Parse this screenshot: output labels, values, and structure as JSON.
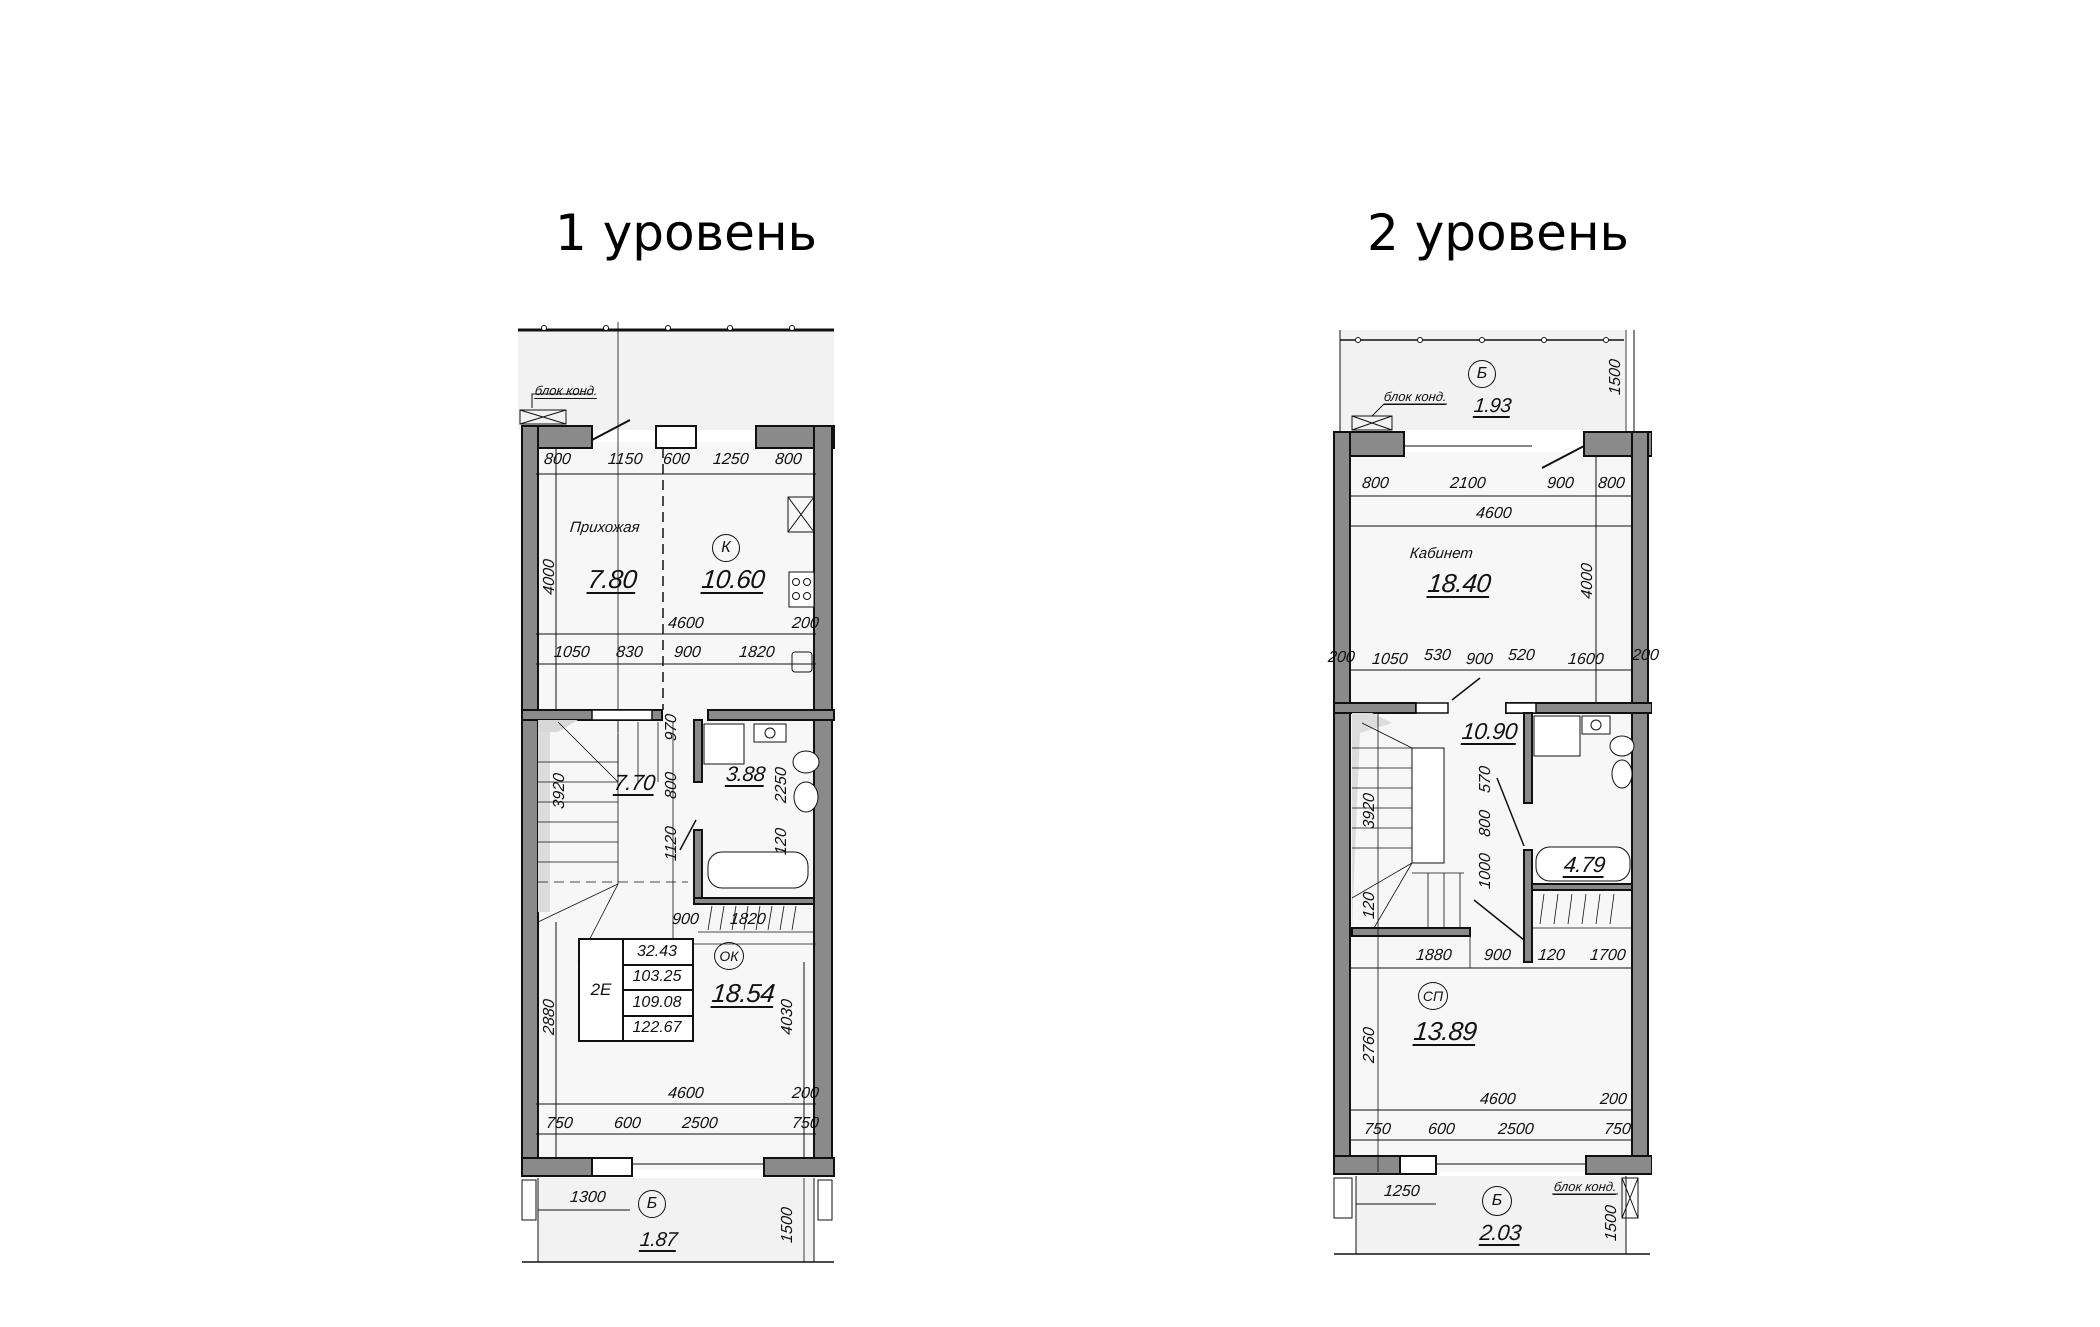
{
  "levels": [
    {
      "title": "1 уровень",
      "rooms": {
        "hall": {
          "name": "Прихожая",
          "area": "7.80"
        },
        "kitchen": {
          "tag": "К",
          "area": "10.60"
        },
        "stair": {
          "area": "7.70"
        },
        "bathroom": {
          "area": "3.88"
        },
        "living": {
          "tag": "ОК",
          "area": "18.54"
        },
        "balcony": {
          "tag": "Б",
          "area": "1.87"
        }
      },
      "notes": {
        "ac_unit": "блок конд."
      },
      "spec_table": {
        "code": "2E",
        "values": [
          "32.43",
          "103.25",
          "109.08",
          "122.67"
        ]
      },
      "dims": {
        "top_row": [
          "800",
          "1150",
          "600",
          "1250",
          "800"
        ],
        "upper_height": "4000",
        "upper_width": "4600",
        "upper_wall": "200",
        "mid_row": [
          "1050",
          "830",
          "900",
          "1820"
        ],
        "corridor_v": [
          "970",
          "800",
          "1120"
        ],
        "bath_height": "2250",
        "bath_wall": "120",
        "stair_height": "3920",
        "corridor_row": [
          "900",
          "1820"
        ],
        "living_left": "2880",
        "living_right": "4030",
        "lower_width": "4600",
        "lower_wall": "200",
        "bottom_row": [
          "750",
          "600",
          "2500",
          "750"
        ],
        "balcony_width": "1300",
        "balcony_depth": "1500"
      }
    },
    {
      "title": "2 уровень",
      "rooms": {
        "balcony_top": {
          "tag": "Б",
          "area": "1.93"
        },
        "study": {
          "name": "Кабинет",
          "area": "18.40"
        },
        "hallway": {
          "area": "10.90"
        },
        "bathroom": {
          "area": "4.79"
        },
        "bedroom": {
          "tag": "СП",
          "area": "13.89"
        },
        "balcony_bottom": {
          "tag": "Б",
          "area": "2.03"
        }
      },
      "notes": {
        "ac_unit_top": "блок конд.",
        "ac_unit_bottom": "блок конд."
      },
      "dims": {
        "balcony_top_depth": "1500",
        "top_row": [
          "800",
          "2100",
          "900",
          "800"
        ],
        "upper_width": "4600",
        "upper_height": "4000",
        "mid_row": [
          "200",
          "1050",
          "530",
          "900",
          "520",
          "1600",
          "200"
        ],
        "corridor_v": [
          "570",
          "800",
          "1000"
        ],
        "stair_height": "3920",
        "stair_wall": "120",
        "bedroom_row": [
          "1880",
          "900",
          "120",
          "1700"
        ],
        "bedroom_left": "2760",
        "lower_width": "4600",
        "lower_wall": "200",
        "bottom_row": [
          "750",
          "600",
          "2500",
          "750"
        ],
        "balcony_width": "1250",
        "balcony_depth": "1500"
      }
    }
  ],
  "colors": {
    "wall_fill": "#8a8a8a",
    "wall_edge": "#111111",
    "floor": "#f7f7f7",
    "balcony": "#f2f2f2"
  }
}
